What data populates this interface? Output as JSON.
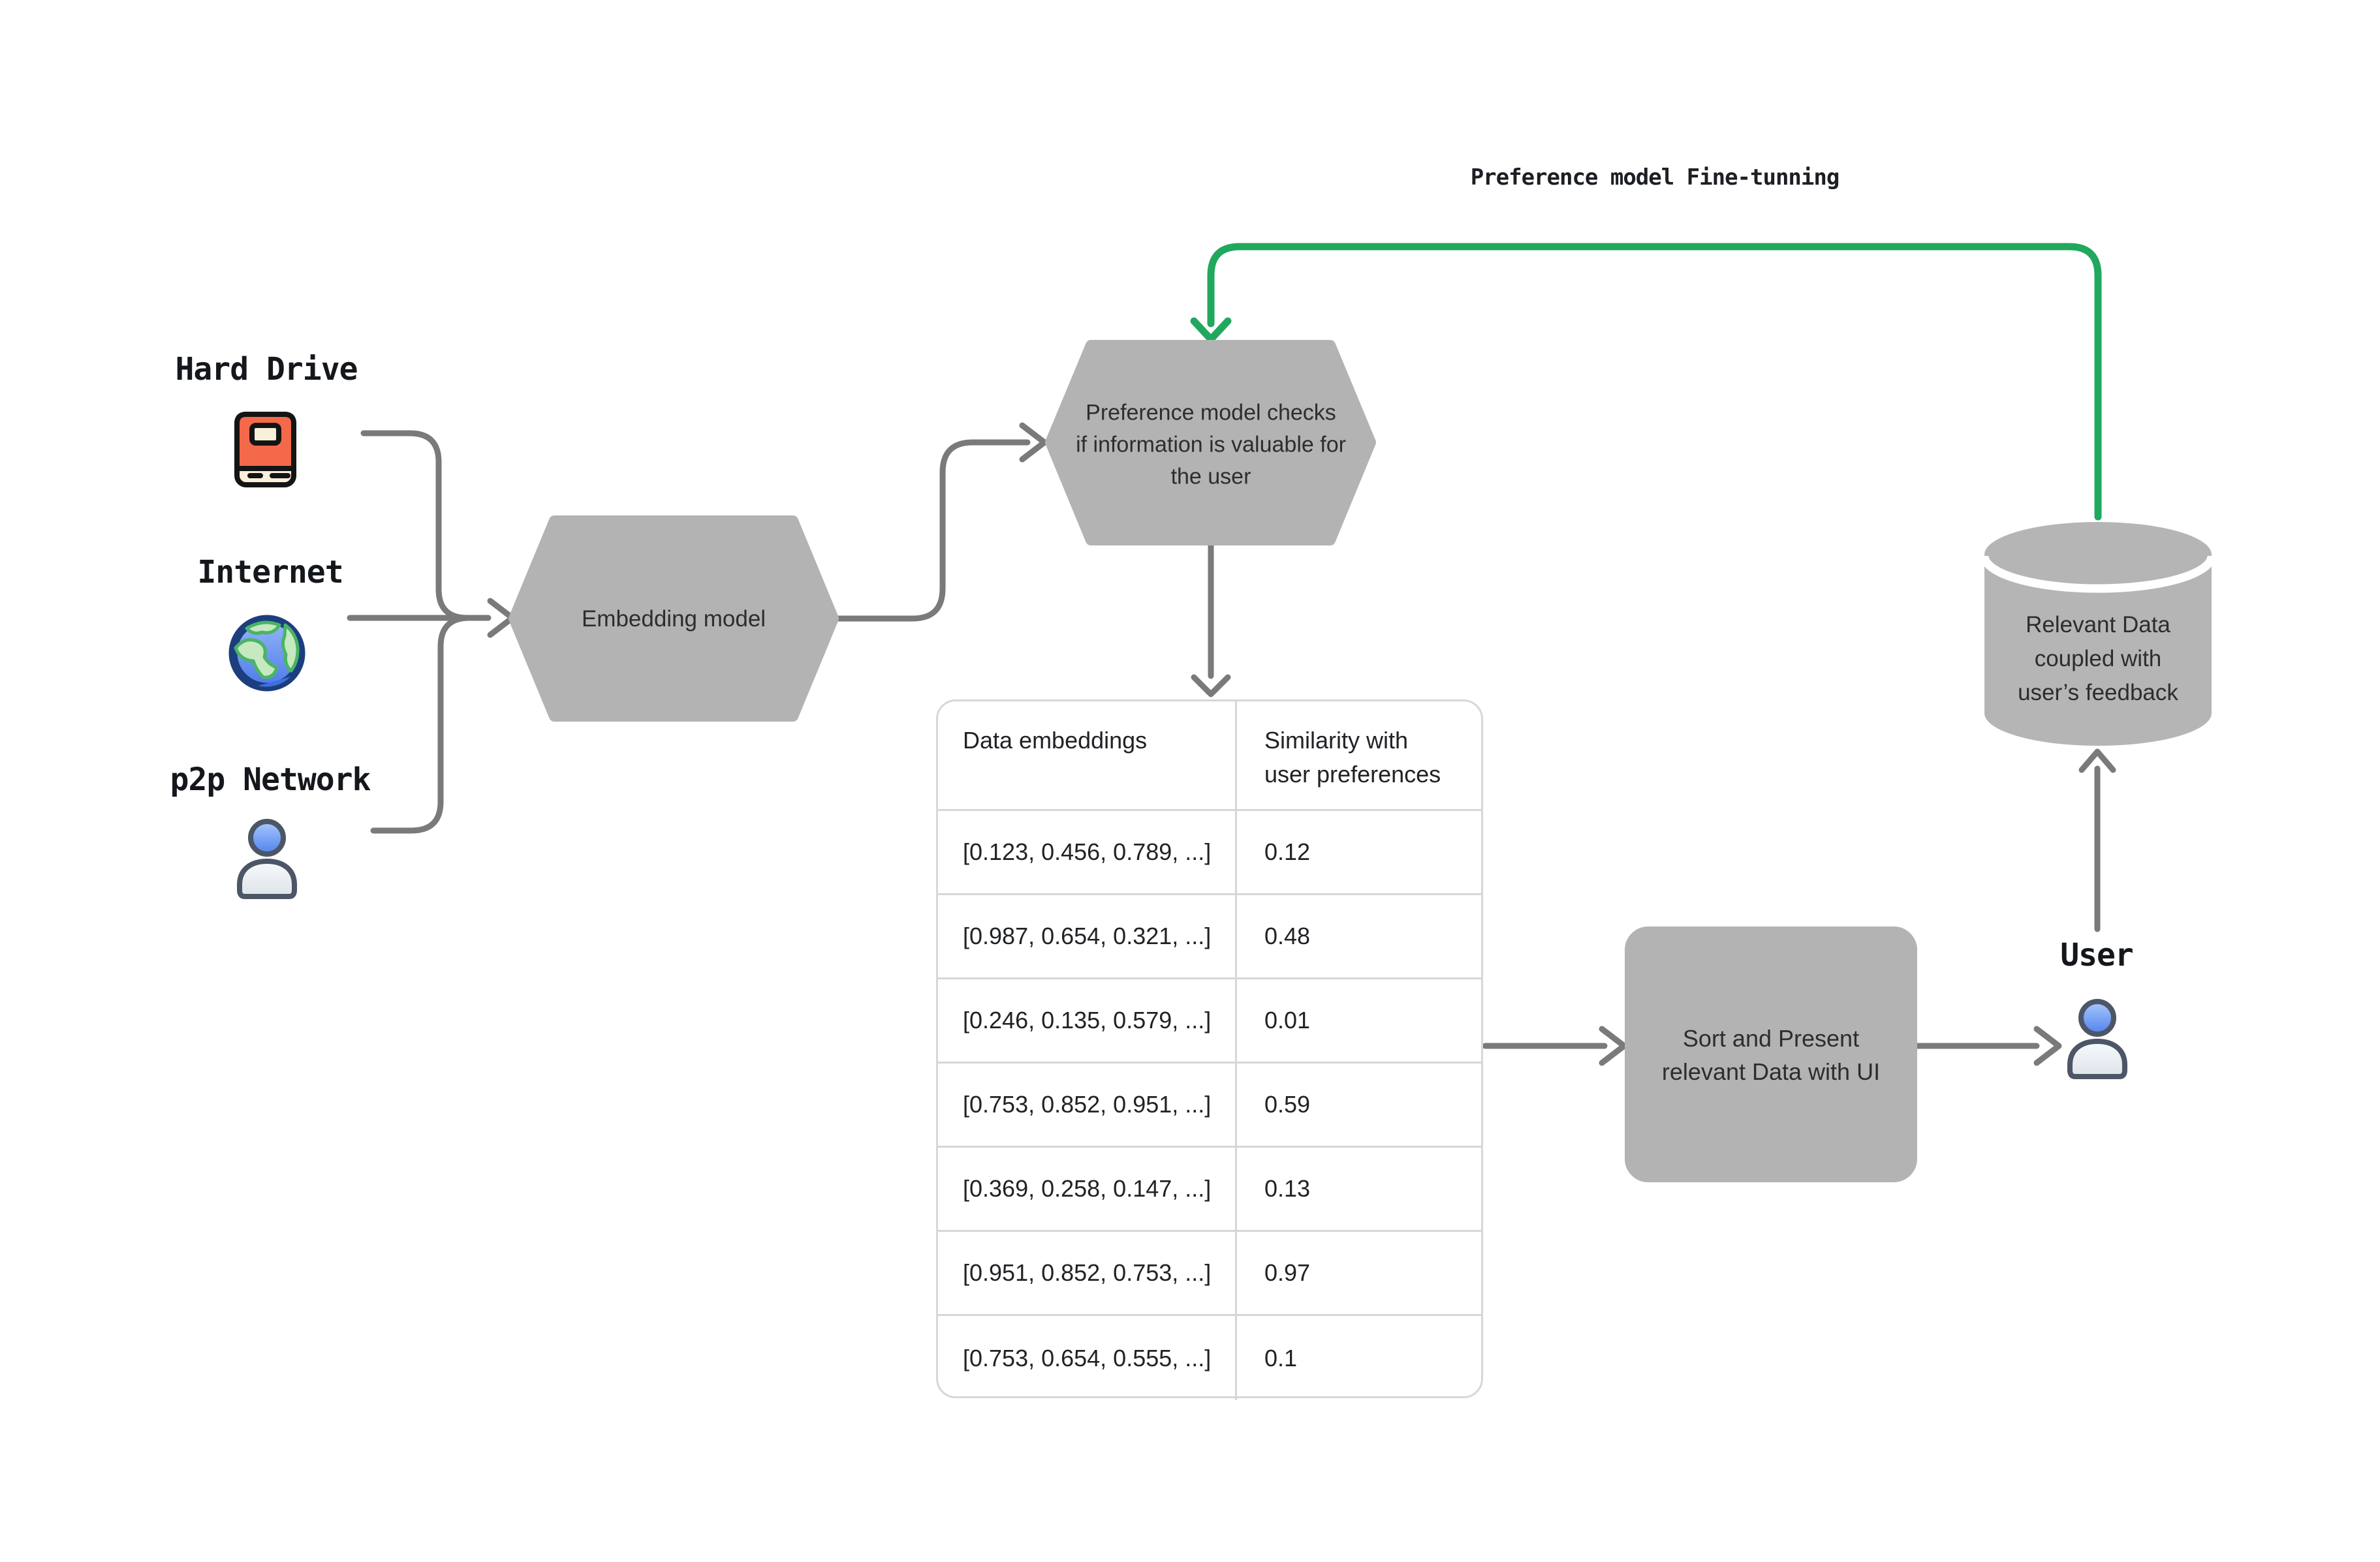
{
  "diagram": {
    "caption": "Preference model Fine-tunning",
    "sources": {
      "hard_drive": {
        "label": "Hard Drive",
        "icon": "book-icon"
      },
      "internet": {
        "label": "Internet",
        "icon": "globe-icon"
      },
      "p2p": {
        "label": "p2p Network",
        "icon": "person-icon"
      }
    },
    "nodes": {
      "embedding_model": {
        "label": "Embedding model",
        "shape": "hexagon"
      },
      "preference_model": {
        "label": "Preference model checks\nif information is valuable for\nthe user",
        "shape": "hexagon"
      },
      "sort_present": {
        "label": "Sort and Present\nrelevant Data with UI",
        "shape": "rounded-rect"
      },
      "relevant_store": {
        "label": "Relevant Data\ncoupled with\nuser’s feedback",
        "shape": "cylinder"
      },
      "user": {
        "label": "User",
        "icon": "person-icon"
      }
    },
    "table": {
      "headers": [
        "Data embeddings",
        "Similarity with user preferences"
      ],
      "rows": [
        {
          "embedding": "[0.123, 0.456, 0.789, ...]",
          "similarity": "0.12"
        },
        {
          "embedding": "[0.987, 0.654, 0.321, ...]",
          "similarity": "0.48"
        },
        {
          "embedding": "[0.246, 0.135, 0.579, ...]",
          "similarity": "0.01"
        },
        {
          "embedding": "[0.753, 0.852, 0.951, ...]",
          "similarity": "0.59"
        },
        {
          "embedding": "[0.369, 0.258, 0.147, ...]",
          "similarity": "0.13"
        },
        {
          "embedding": "[0.951, 0.852, 0.753, ...]",
          "similarity": "0.97"
        },
        {
          "embedding": "[0.753, 0.654, 0.555, ...]",
          "similarity": "0.1"
        }
      ]
    },
    "colors": {
      "node_fill": "#b3b3b3",
      "connector_gray": "#7a7a7a",
      "accent_green": "#21a85e",
      "table_border": "#d7d7d7",
      "book_red": "#f5694b",
      "book_cream": "#faefd9"
    }
  }
}
